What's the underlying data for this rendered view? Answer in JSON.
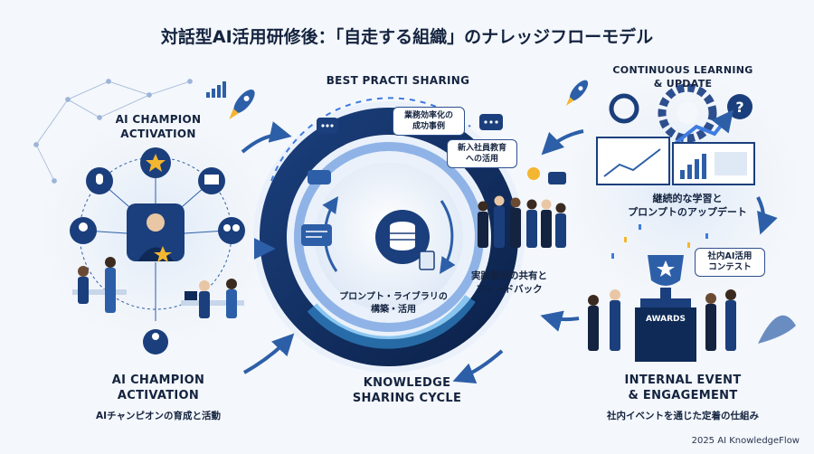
{
  "title": "対話型AI活用研修後：「自走する組織」のナレッジフローモデル",
  "sections": {
    "champion_top": "AI CHAMPION\nACTIVATION",
    "best_practice": "BEST PRACTI SHARING",
    "continuous": "CONTINUOUS LEARNING\n& UPDATE",
    "continuous_sub": "継続的な学習と\nプロンプトのアップデート",
    "champion_bottom": "AI CHAMPION\nACTIVATION",
    "champion_bottom_sub": "AIチャンピオンの育成と活動",
    "knowledge": "KNOWLEDGE\nSHARING CYCLE",
    "internal": "INTERNAL EVENT\n& ENGAGEMENT",
    "internal_sub": "社内イベントを通じた定着の仕組み"
  },
  "bubbles": {
    "efficiency": "業務効率化の\n成功事例",
    "onboarding": "新入社員教育\nへの活用",
    "contest": "社内AI活用\nコンテスト"
  },
  "cycle_labels": {
    "library": "プロンプト・ライブラリの\n構築・活用",
    "practice": "実践事例の共有と\nフィードバック"
  },
  "awards_label": "AWARDS",
  "footer": "2025 AI KnowledgeFlow",
  "colors": {
    "navy": "#14233f",
    "blue": "#2d5fa8",
    "accent": "#f4b630",
    "ring_dark": "#0f2a57",
    "ring_light": "#8fb3e6"
  }
}
